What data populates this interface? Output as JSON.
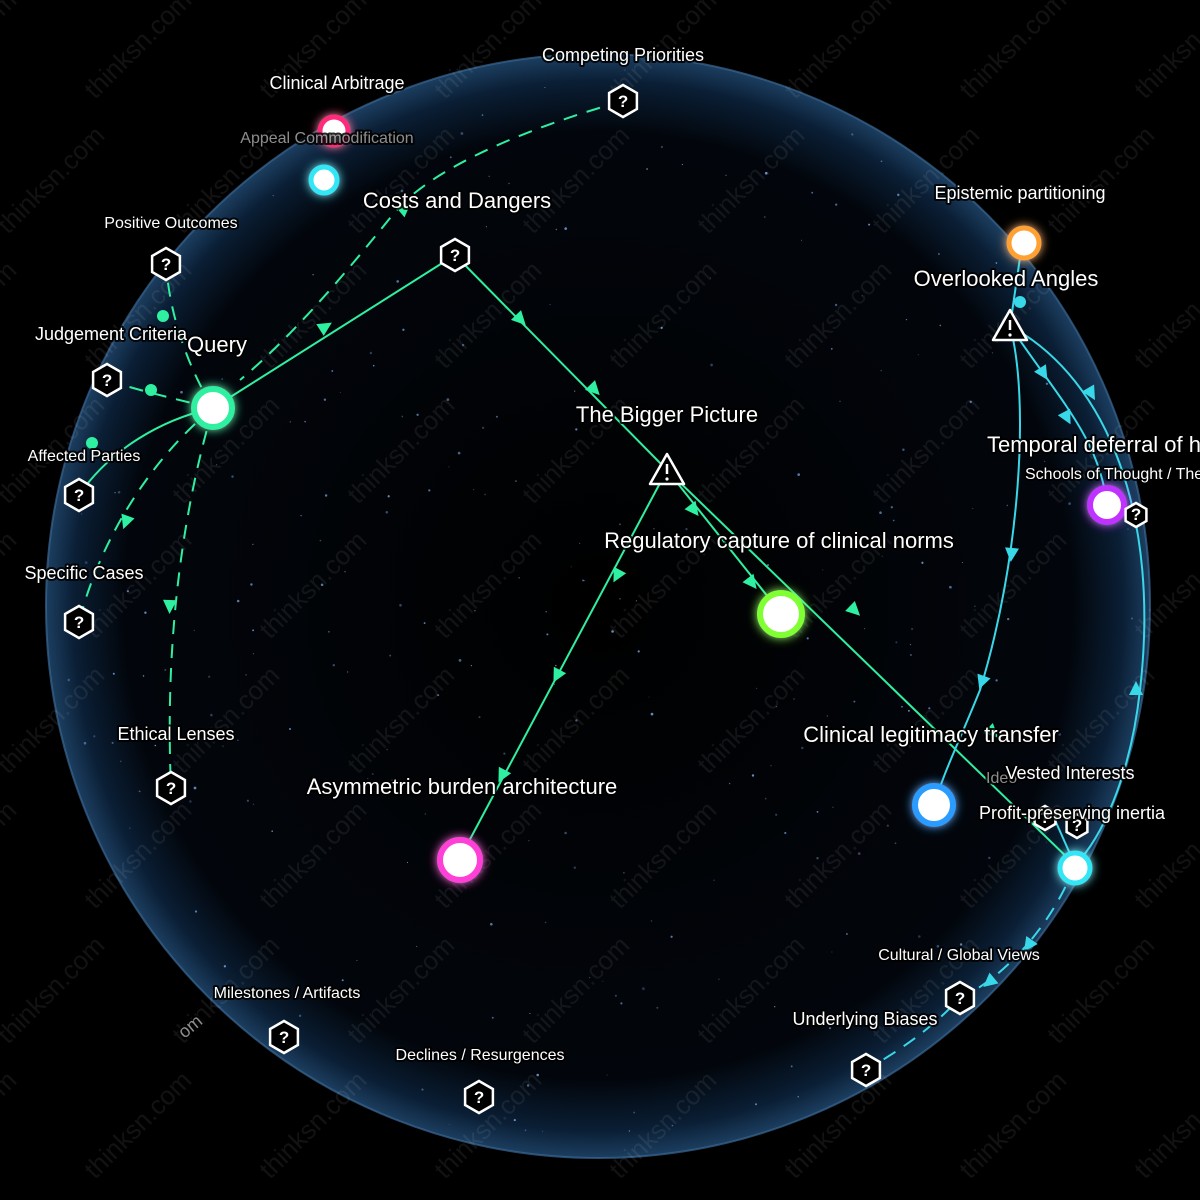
{
  "watermark": "thinksn.com",
  "colors": {
    "edge_green": "#2ff0a0",
    "edge_cyan": "#39d8e8",
    "node_pink": "#ff2a7a",
    "node_cyan": "#30e6f5",
    "node_green": "#80ff30",
    "node_magenta": "#ff40d8",
    "node_blue": "#2a9cff",
    "node_orange": "#ffa030",
    "node_purple": "#c030ff"
  },
  "labels": {
    "competing_priorities": "Competing Priorities",
    "clinical_arbitrage": "Clinical Arbitrage",
    "appeal_commodification": "Appeal Commodification",
    "costs_and_dangers": "Costs and Dangers",
    "positive_outcomes": "Positive Outcomes",
    "judgement_criteria": "Judgement Criteria",
    "query": "Query",
    "affected_parties": "Affected Parties",
    "specific_cases": "Specific Cases",
    "ethical_lenses": "Ethical Lenses",
    "bigger_picture": "The Bigger Picture",
    "regulatory_capture": "Regulatory capture of clinical norms",
    "asymmetric_burden": "Asymmetric burden architecture",
    "clinical_legitimacy": "Clinical legitimacy transfer",
    "epistemic_partitioning": "Epistemic partitioning",
    "overlooked_angles": "Overlooked Angles",
    "temporal_deferral": "Temporal deferral of har",
    "schools_of_thought": "Schools of Thought / The",
    "vested_interests": "Vested Interests",
    "ideo": "Ideo",
    "profit_preserving": "Profit-preserving inertia",
    "cultural_global": "Cultural / Global Views",
    "underlying_biases": "Underlying Biases",
    "milestones": "Milestones / Artifacts",
    "declines": "Declines / Resurgences",
    "om": "om"
  },
  "icons": {
    "hex": "question-hexagon-icon",
    "triangle": "warning-triangle-icon"
  }
}
